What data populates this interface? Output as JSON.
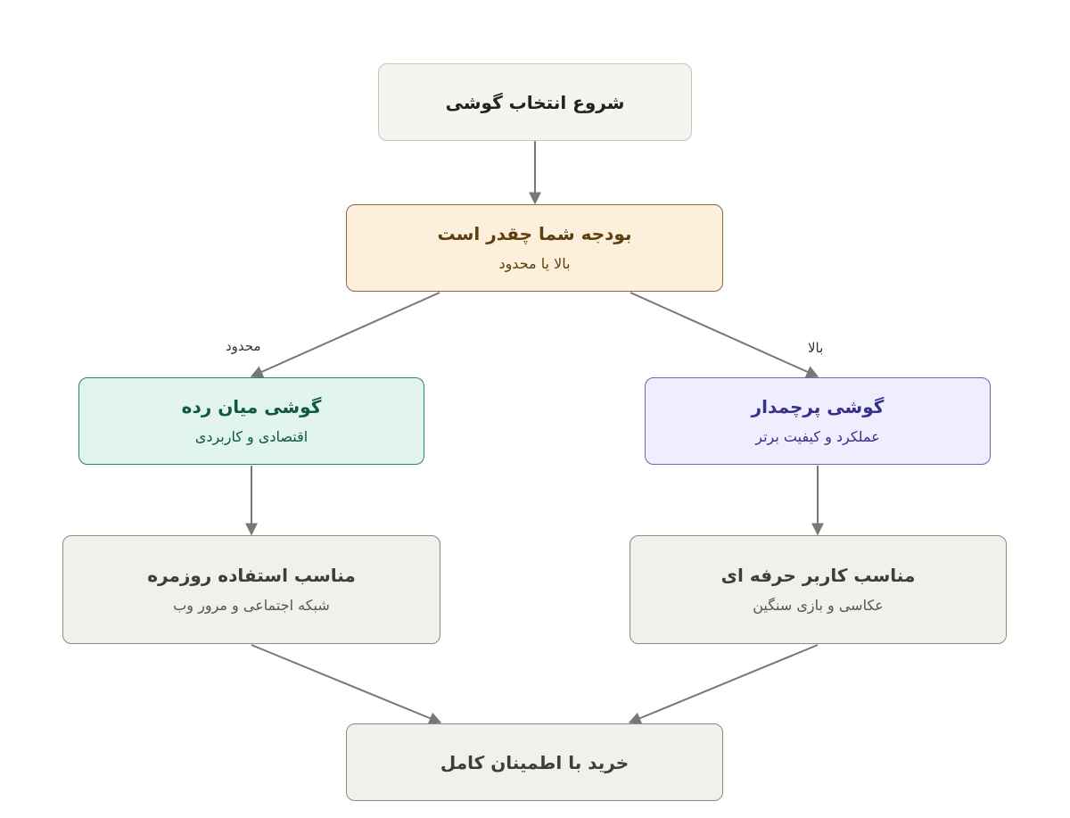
{
  "nodes": {
    "start": {
      "title": "شروع انتخاب گوشی"
    },
    "budget": {
      "title": "بودجه شما چقدر است",
      "subtitle": "بالا یا محدود"
    },
    "mid_range": {
      "title": "گوشی میان رده",
      "subtitle": "اقتصادی و کاربردی"
    },
    "flagship": {
      "title": "گوشی پرچمدار",
      "subtitle": "عملکرد و کیفیت برتر"
    },
    "daily_use": {
      "title": "مناسب استفاده روزمره",
      "subtitle": "شبکه اجتماعی و مرور وب"
    },
    "pro_user": {
      "title": "مناسب کاربر حرفه ای",
      "subtitle": "عکاسی و بازی سنگین"
    },
    "purchase": {
      "title": "خرید با اطمینان کامل"
    }
  },
  "edges": [
    {
      "from": "start",
      "to": "budget",
      "label": ""
    },
    {
      "from": "budget",
      "to": "mid_range",
      "label": "محدود"
    },
    {
      "from": "budget",
      "to": "flagship",
      "label": "بالا"
    },
    {
      "from": "mid_range",
      "to": "daily_use",
      "label": ""
    },
    {
      "from": "flagship",
      "to": "pro_user",
      "label": ""
    },
    {
      "from": "daily_use",
      "to": "purchase",
      "label": ""
    },
    {
      "from": "pro_user",
      "to": "purchase",
      "label": ""
    }
  ],
  "colors": {
    "edge": "#777777",
    "budget_fill": "#fcf0dc",
    "mid_range_fill": "#e2f4ee",
    "flagship_fill": "#eeeeff",
    "neutral_fill": "#f2f0eb"
  }
}
